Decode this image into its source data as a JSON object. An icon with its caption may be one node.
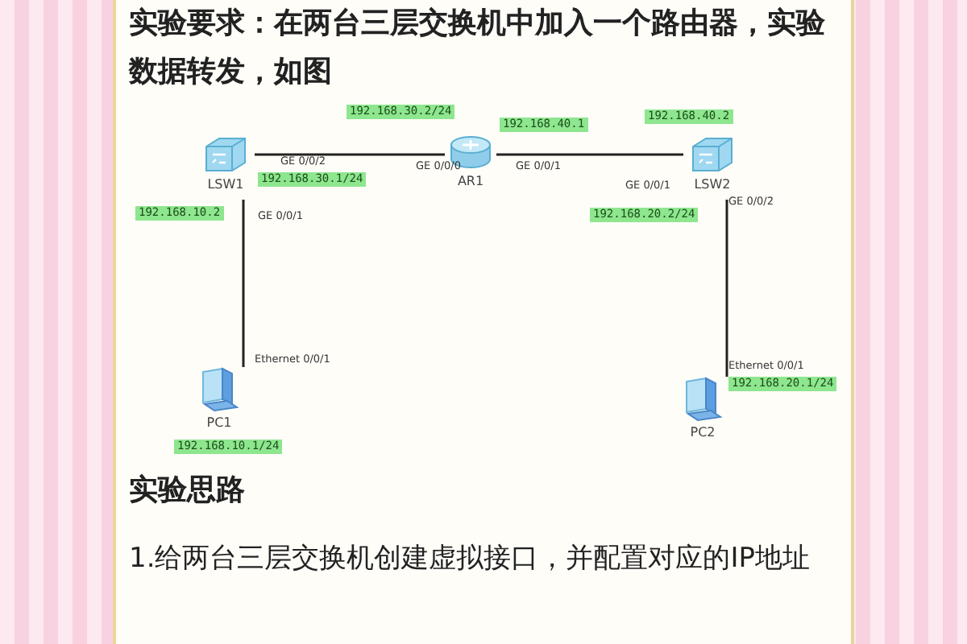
{
  "diagram": {
    "title": "实验要求：在两台三层交换机中加入一个路由器，实验数据转发，如图",
    "nodes": [
      {
        "text": [
          "LSW1"
        ]
      },
      {
        "text": [
          "AR1"
        ]
      },
      {
        "text": [
          "LSW2"
        ]
      },
      {
        "text": [
          "PC1"
        ]
      },
      {
        "text": [
          "PC2"
        ]
      }
    ],
    "edges": [
      {
        "from": 0,
        "to": 1,
        "arrow": "none"
      },
      {
        "from": 1,
        "to": 2,
        "arrow": "none"
      },
      {
        "from": 0,
        "to": 3,
        "arrow": "none"
      },
      {
        "from": 2,
        "to": 4,
        "arrow": "none"
      }
    ],
    "labels": [
      "192.168.30.2/24",
      "192.168.40.1",
      "192.168.40.2",
      "GE 0/0/2",
      "GE 0/0/0",
      "GE 0/0/1",
      "192.168.30.1/24",
      "GE 0/0/1",
      "192.168.10.2",
      "GE 0/0/1",
      "GE 0/0/2",
      "192.168.20.2/24",
      "Ethernet 0/0/1",
      "Ethernet 0/0/1",
      "192.168.20.1/24",
      "192.168.10.1/24",
      "实验思路",
      "1.给两台三层交换机创建虚拟接口，并配置对应的IP地址"
    ]
  }
}
